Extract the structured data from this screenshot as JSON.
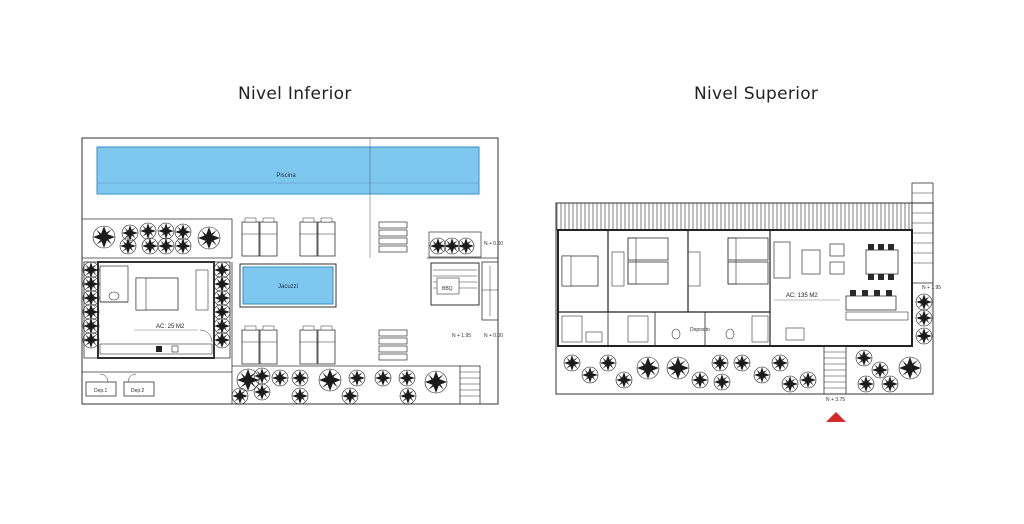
{
  "titles": {
    "lower": "Nivel Inferior",
    "upper": "Nivel Superior"
  },
  "lower": {
    "pool": "Piscina",
    "jacuzzi": "Jacuzzi",
    "bbq": "BBQ",
    "area": "AC: 25 M2",
    "levels": [
      "N + 0.00",
      "N + 1.95",
      "N + 0.00"
    ],
    "storage": [
      "Dep.1",
      "Dep.2"
    ]
  },
  "upper": {
    "area": "AC: 135 M2",
    "storage": "Deposito",
    "levels": [
      "N + 1.95",
      "N + 3.75"
    ]
  },
  "colors": {
    "water": "#7ec8ef",
    "water_edge": "#3a8fc4",
    "line": "#333333",
    "marker": "#d42a2a"
  }
}
